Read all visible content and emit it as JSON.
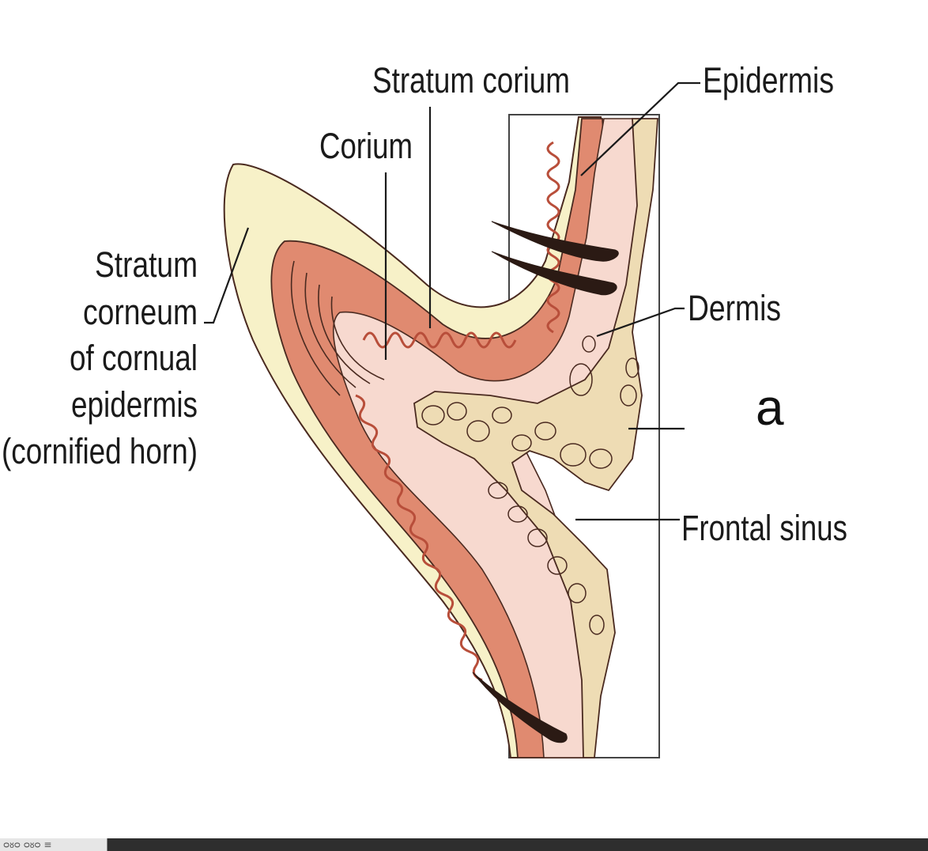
{
  "labels": {
    "stratum_corium": "Stratum corium",
    "corium": "Corium",
    "epidermis": "Epidermis",
    "stratum_corneum_lines": [
      "Stratum",
      "corneum",
      "of cornual",
      "epidermis",
      "(cornified horn)"
    ],
    "dermis": "Dermis",
    "a": "a",
    "frontal_sinus": "Frontal sinus"
  },
  "colors": {
    "horn_sheath": "#f7f1c8",
    "epidermis_layer": "#e08a70",
    "corium_layer": "#f7d9cf",
    "bone": "#eedcb4",
    "outline": "#4a2a20",
    "hair": "#2b1a14"
  },
  "bottom_bar": {
    "thumbs_text": "ᴑᴕᴑ ᴑᴕᴑ ≡"
  }
}
